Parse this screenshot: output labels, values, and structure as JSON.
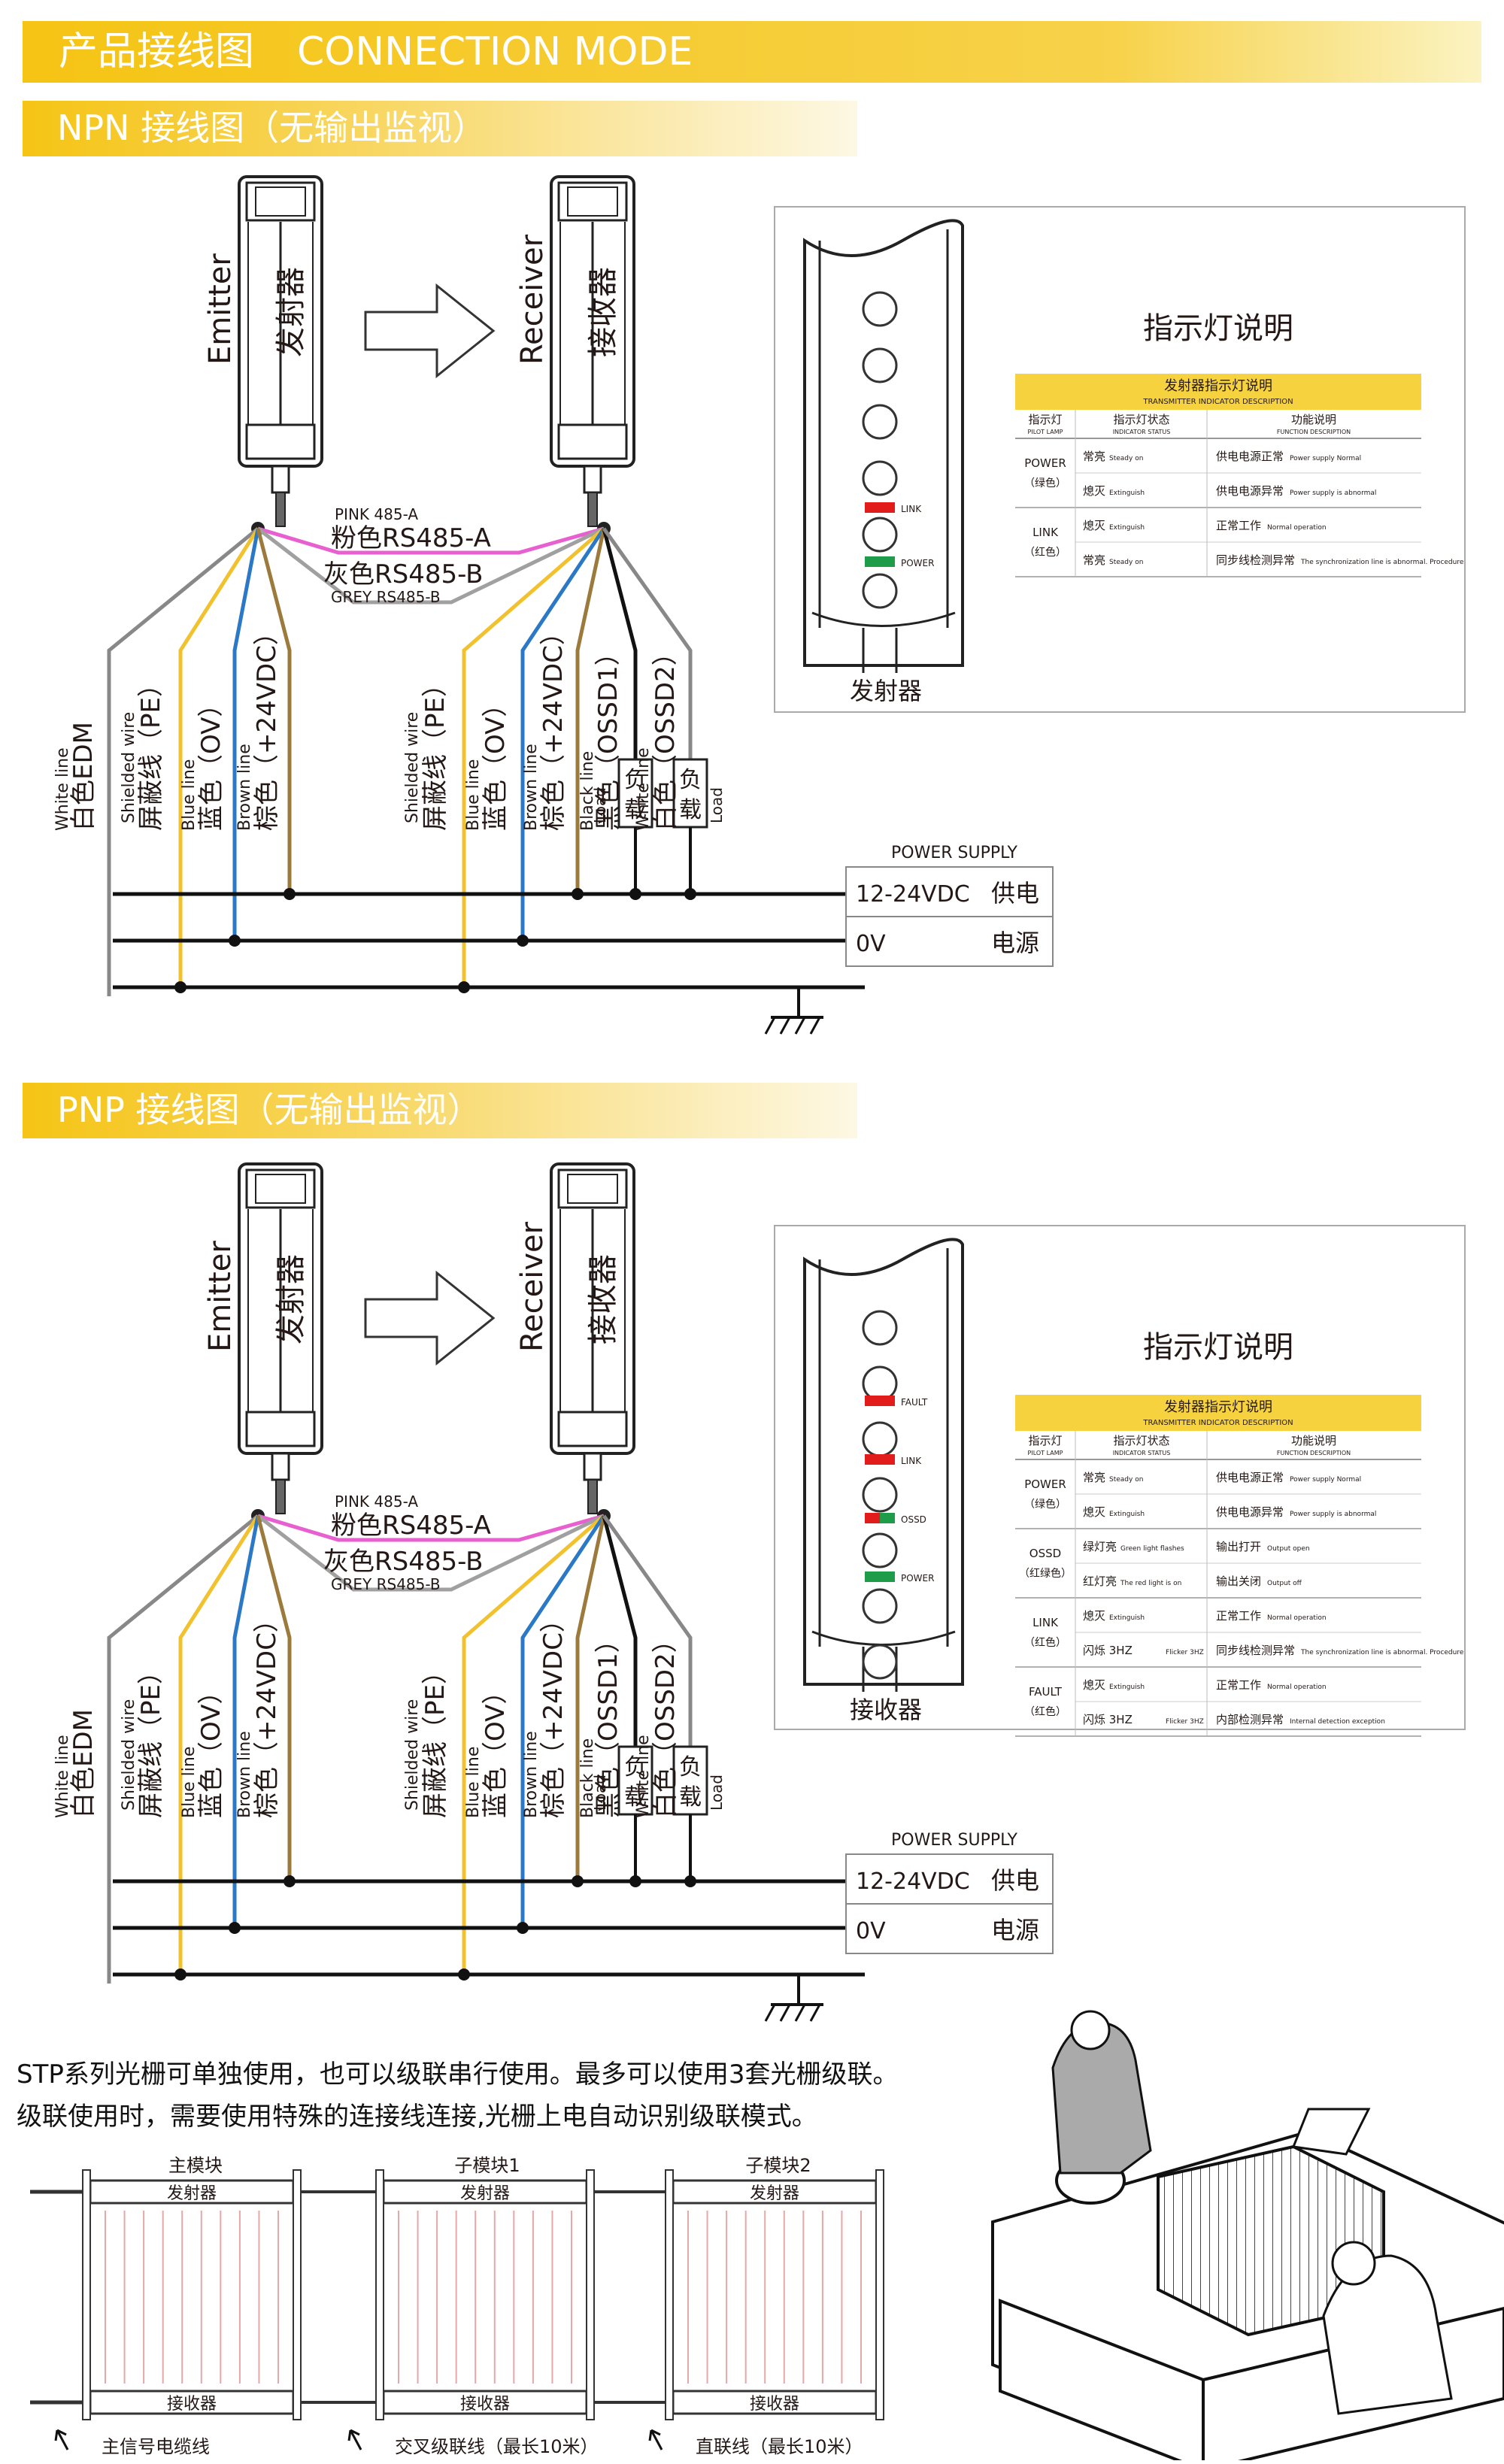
{
  "header": {
    "title": "产品接线图",
    "title_en": "CONNECTION MODE"
  },
  "npn": {
    "title": "NPN  接线图（无输出监视）"
  },
  "pnp": {
    "title": "PNP  接线图（无输出监视）"
  },
  "device": {
    "emitter_en": "Emitter",
    "emitter_cn": "发射器",
    "receiver_en": "Receiver",
    "receiver_cn": "接收器"
  },
  "wires": {
    "pink_en": "PINK 485-A",
    "pink_cn": "粉色RS485-A",
    "grey_cn": "灰色RS485-B",
    "grey_en": "GREY RS485-B",
    "white_edm_en": "White line",
    "white_edm_cn": "白色EDM",
    "shield_en": "Shielded wire",
    "shield_cn": "屏蔽线（PE）",
    "blue_en": "Blue line",
    "blue_cn": "蓝色（OV）",
    "brown_en": "Brown line",
    "brown_cn": "棕色（+24VDC）",
    "black_en": "Black line",
    "black_cn": "黑色（OSSD1）",
    "white_en": "White line",
    "white_cn": "白色（OSSD2）",
    "load_cn": "负载",
    "load_en": "Load"
  },
  "power": {
    "title": "POWER SUPPLY",
    "v": "12-24VDC",
    "gnd": "0V",
    "cn1": "供电",
    "cn2": "电源"
  },
  "indicator": {
    "title": "指示灯说明",
    "npn_panel_label": "发射器",
    "pnp_panel_label": "接收器",
    "lamp_labels_npn": [
      "LINK",
      "POWER"
    ],
    "lamp_labels_pnp": [
      "FAULT",
      "LINK",
      "OSSD",
      "POWER"
    ],
    "table_title": "发射器指示灯说明",
    "table_subtitle": "TRANSMITTER INDICATOR DESCRIPTION",
    "col_headers": [
      {
        "cn": "指示灯",
        "en": "PILOT LAMP"
      },
      {
        "cn": "指示灯状态",
        "en": "INDICATOR STATUS"
      },
      {
        "cn": "功能说明",
        "en": "FUNCTION DESCRIPTION"
      }
    ],
    "npn_rows": [
      {
        "lamp": "POWER",
        "lamp2": "（绿色）",
        "items": [
          {
            "status": "常亮",
            "status_en": "Steady on",
            "func": "供电电源正常",
            "func_en": "Power supply Normal"
          },
          {
            "status": "熄灭",
            "status_en": "Extinguish",
            "func": "供电电源异常",
            "func_en": "Power supply is abnormal"
          }
        ]
      },
      {
        "lamp": "LINK",
        "lamp2": "（红色）",
        "items": [
          {
            "status": "熄灭",
            "status_en": "Extinguish",
            "func": "正常工作",
            "func_en": "Normal operation"
          },
          {
            "status": "常亮",
            "status_en": "Steady on",
            "func": "同步线检测异常",
            "func_en": "The synchronization line is abnormal. Procedure"
          }
        ]
      }
    ],
    "pnp_rows": [
      {
        "lamp": "POWER",
        "lamp2": "（绿色）",
        "items": [
          {
            "status": "常亮",
            "status_en": "Steady on",
            "func": "供电电源正常",
            "func_en": "Power supply Normal"
          },
          {
            "status": "熄灭",
            "status_en": "Extinguish",
            "func": "供电电源异常",
            "func_en": "Power supply is abnormal"
          }
        ]
      },
      {
        "lamp": "OSSD",
        "lamp2": "（红绿色）",
        "items": [
          {
            "status": "绿灯亮",
            "status_en": "Green light flashes",
            "func": "输出打开",
            "func_en": "Output open"
          },
          {
            "status": "红灯亮",
            "status_en": "The red light is on",
            "func": "输出关闭",
            "func_en": "Output off"
          }
        ]
      },
      {
        "lamp": "LINK",
        "lamp2": "（红色）",
        "items": [
          {
            "status": "熄灭",
            "status_en": "Extinguish",
            "func": "正常工作",
            "func_en": "Normal operation"
          },
          {
            "status": "闪烁  3HZ",
            "status_en": "Flicker 3HZ",
            "func": "同步线检测异常",
            "func_en": "The synchronization line is abnormal. Procedure"
          }
        ]
      },
      {
        "lamp": "FAULT",
        "lamp2": "（红色）",
        "items": [
          {
            "status": "熄灭",
            "status_en": "Extinguish",
            "func": "正常工作",
            "func_en": "Normal operation"
          },
          {
            "status": "闪烁  3HZ",
            "status_en": "Flicker 3HZ",
            "func": "内部检测异常",
            "func_en": "Internal detection exception"
          }
        ]
      }
    ]
  },
  "cascade": {
    "line1": "STP系列光栅可单独使用，也可以级联串行使用。最多可以使用3套光栅级联。",
    "line2": "级联使用时，需要使用特殊的连接线连接,光栅上电自动识别级联模式。",
    "modules": [
      "主模块",
      "子模块1",
      "子模块2"
    ],
    "emitter": "发射器",
    "receiver": "接收器",
    "notes": [
      "主信号电缆线",
      "交叉级联线（最长10米）",
      "直联线（最长10米）"
    ]
  },
  "colors": {
    "yellow_bar": "#f6c919",
    "pink": "#e85fcf",
    "grey": "#a0a0a0",
    "shield": "#f2c12e",
    "blue": "#2b78c6",
    "brown": "#9c7a3c",
    "black": "#111111",
    "red_led": "#e21b1b",
    "green_led": "#1e9c4a"
  }
}
